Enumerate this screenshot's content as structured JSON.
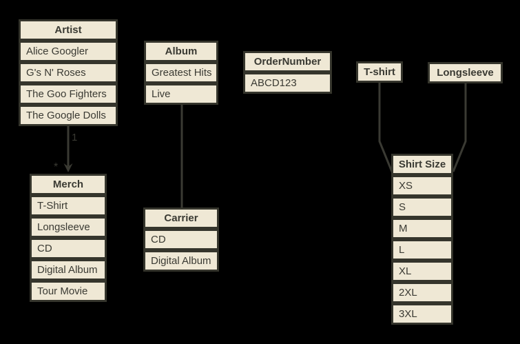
{
  "diagram": {
    "background_color": "#000000",
    "cell_fill_color": "#efe8d5",
    "border_color": "#35352c",
    "text_color": "#3a3a33",
    "connector_color": "#3a3a33"
  },
  "tables": [
    {
      "id": "artist",
      "header": "Artist",
      "rows": [
        "Alice Googler",
        "G's N' Roses",
        "The Goo Fighters",
        "The Google Dolls"
      ]
    },
    {
      "id": "album",
      "header": "Album",
      "rows": [
        "Greatest Hits",
        "Live"
      ]
    },
    {
      "id": "order-number",
      "header": "OrderNumber",
      "rows": [
        "ABCD123"
      ]
    },
    {
      "id": "tshirt",
      "header": "T-shirt",
      "rows": []
    },
    {
      "id": "longsleeve",
      "header": "Longsleeve",
      "rows": []
    },
    {
      "id": "merch",
      "header": "Merch",
      "rows": [
        "T-Shirt",
        "Longsleeve",
        "CD",
        "Digital Album",
        "Tour Movie"
      ]
    },
    {
      "id": "carrier",
      "header": "Carrier",
      "rows": [
        "CD",
        "Digital Album"
      ]
    },
    {
      "id": "shirt-size",
      "header": "Shirt Size",
      "rows": [
        "XS",
        "S",
        "M",
        "L",
        "XL",
        "2XL",
        "3XL"
      ]
    }
  ],
  "connections": [
    {
      "from": "artist",
      "to": "merch",
      "from_label": "1",
      "to_label": "*",
      "arrow": true
    },
    {
      "from": "album",
      "to": "carrier",
      "from_label": "",
      "to_label": "",
      "arrow": false
    },
    {
      "from": "tshirt",
      "to": "shirt-size",
      "from_label": "",
      "to_label": "",
      "arrow": false
    },
    {
      "from": "longsleeve",
      "to": "shirt-size",
      "from_label": "",
      "to_label": "",
      "arrow": false
    }
  ]
}
